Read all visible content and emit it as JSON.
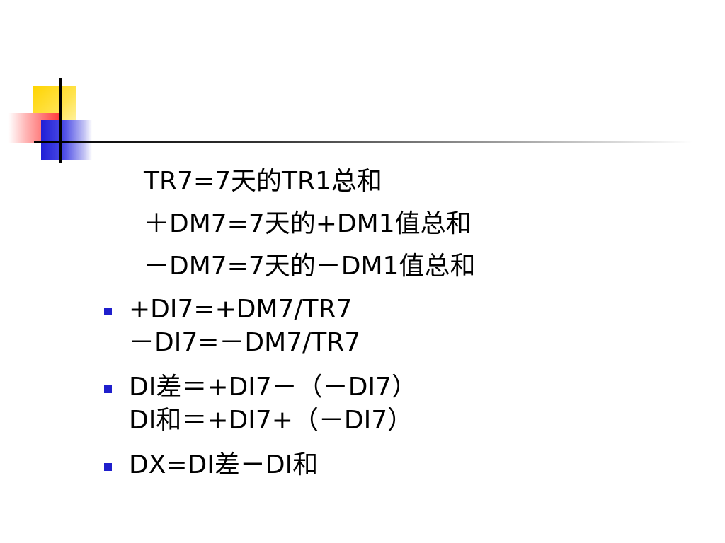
{
  "slide": {
    "indented_lines": [
      "TR7=7天的TR1总和",
      "＋DM7=7天的+DM1值总和",
      "－DM7=7天的－DM1值总和"
    ],
    "bullets": [
      {
        "lines": [
          "+DI7=+DM7/TR7",
          "－DI7=－DM7/TR7"
        ]
      },
      {
        "lines": [
          "DI差＝+DI7－（－DI7）",
          "DI和＝+DI7+（－DI7）"
        ]
      },
      {
        "lines": [
          "DX=DI差－DI和"
        ]
      }
    ],
    "colors": {
      "bullet": "#1f1fcc",
      "text": "#000000",
      "deco_yellow": "#ffd400",
      "deco_red": "#ff3b3b",
      "deco_blue": "#1f1fd6"
    }
  }
}
